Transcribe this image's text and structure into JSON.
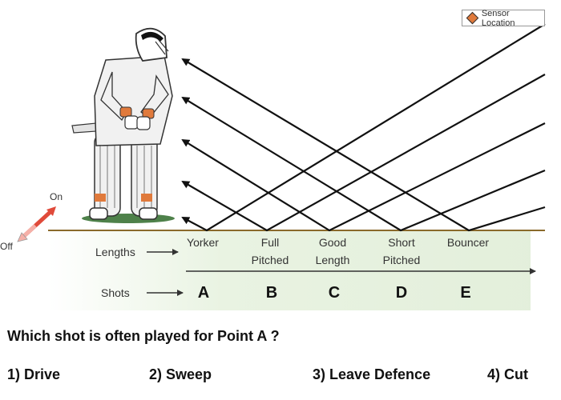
{
  "legend": {
    "label": "Sensor Location",
    "icon": "diamond-icon",
    "color": "#e07a3c"
  },
  "direction": {
    "on": "On",
    "off": "Off"
  },
  "row_labels": {
    "lengths": "Lengths",
    "shots": "Shots"
  },
  "lengths": [
    {
      "line1": "Yorker",
      "line2": ""
    },
    {
      "line1": "Full",
      "line2": "Pitched"
    },
    {
      "line1": "Good",
      "line2": "Length"
    },
    {
      "line1": "Short",
      "line2": "Pitched"
    },
    {
      "line1": "Bouncer",
      "line2": ""
    }
  ],
  "shots": [
    "A",
    "B",
    "C",
    "D",
    "E"
  ],
  "question": "Which shot is often played for Point A ?",
  "options": [
    "1) Drive",
    "2) Sweep",
    "3) Leave Defence",
    "4) Cut"
  ],
  "colors": {
    "pitch_band": "#e9f3e2",
    "ground_line": "#8a6a2b",
    "batsman_pads": "#f0f0f0",
    "arrow_on_off": "#e04a3a"
  }
}
